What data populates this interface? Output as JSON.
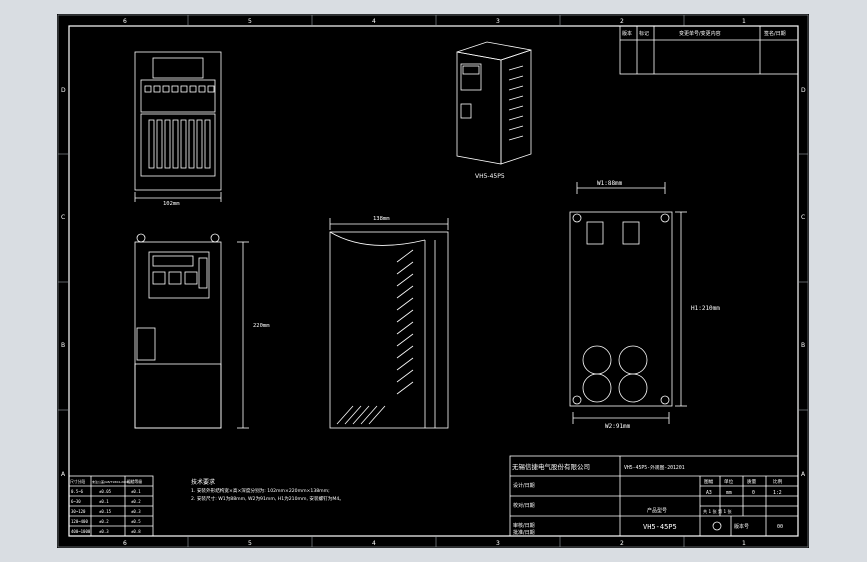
{
  "border": {
    "top_zones": [
      "6",
      "5",
      "4",
      "3",
      "2",
      "1"
    ],
    "bottom_zones": [
      "6",
      "5",
      "4",
      "3",
      "2",
      "1"
    ],
    "left_zones": [
      "D",
      "C",
      "B",
      "A"
    ],
    "right_zones": [
      "D",
      "C",
      "B",
      "A"
    ]
  },
  "revision_table": {
    "headers": [
      "版本",
      "标记",
      "变更单号/变更内容",
      "签名/日期"
    ]
  },
  "views": {
    "top_view_width": "102mm",
    "front_view_height": "220mm",
    "side_view_depth": "138mm",
    "iso_caption": "VH5-45P5",
    "mount_w1": "W1:88mm",
    "mount_h1": "H1:210mm",
    "mount_w2": "W2:91mm"
  },
  "tolerance_table": {
    "headers": [
      "尺寸分段",
      "未注公差(GB/T1804-2000)",
      "粗糙等级"
    ],
    "rows": [
      [
        "0.5~6",
        "±0.05",
        "±0.1"
      ],
      [
        "6~30",
        "±0.1",
        "±0.2"
      ],
      [
        "30~120",
        "±0.15",
        "±0.3"
      ],
      [
        "120~400",
        "±0.2",
        "±0.5"
      ],
      [
        "400~1000",
        "±0.3",
        "±0.8"
      ]
    ]
  },
  "tech_notes": {
    "title": "技术要求",
    "line1": "1. 安装外形结构宽×高×深度分别为: 102mm×220mm×138mm;",
    "line2": "2. 安装尺寸: W1为88mm, W2为91mm, H1为210mm, 安装螺钉为M4。"
  },
  "title_block": {
    "company": "无锡信捷电气股份有限公司",
    "doc_code": "VH5-45P5-外观图-201201",
    "rows": [
      "设计/日期",
      "校对/日期",
      "审核/日期",
      "批准/日期"
    ],
    "attr_headers": [
      "图幅",
      "单位",
      "质量",
      "比例"
    ],
    "attr_values": [
      "A3",
      "mm",
      "0",
      "1:2"
    ],
    "product_label": "产品型号",
    "product_model": "VH5-45P5",
    "sheet_info": "共 1 张  第 1 张",
    "version_label": "版本号",
    "version_value": "00"
  },
  "colors": {
    "background": "#000000",
    "outer": "#d9dde2",
    "line": "#ffffff"
  }
}
